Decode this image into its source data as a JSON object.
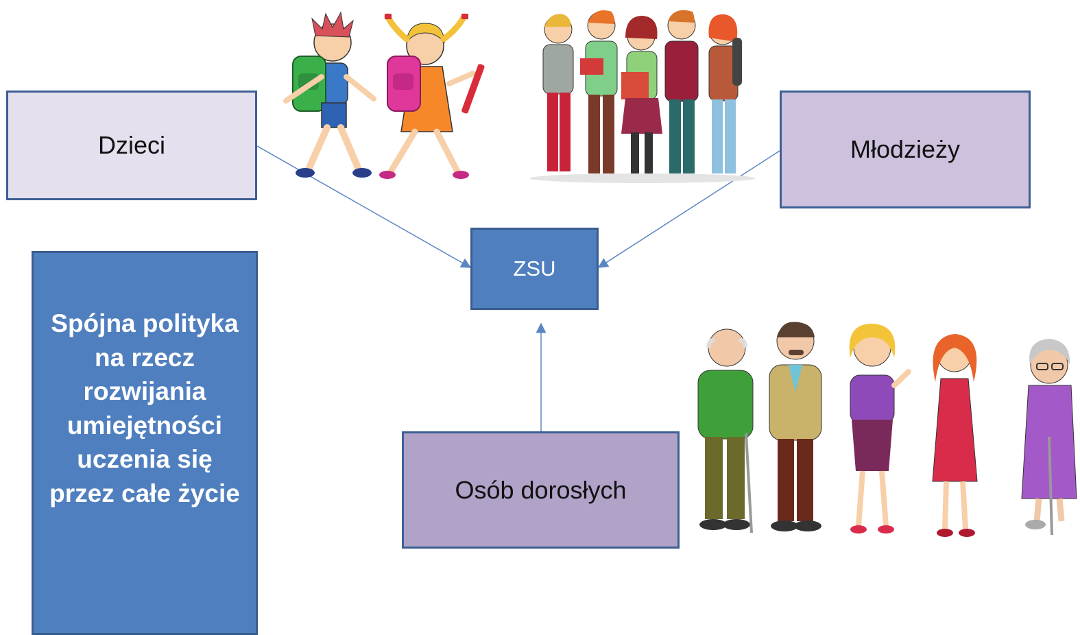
{
  "diagram": {
    "nodes": {
      "dzieci": "Dzieci",
      "mlodziezy": "Młodzieży",
      "zsu": "ZSU",
      "dorosli": "Osób dorosłych",
      "polityka": "Spójna polityka na rzecz rozwijania umiejętności uczenia się przez całe życie"
    },
    "edges": [
      {
        "from": "dzieci",
        "to": "zsu"
      },
      {
        "from": "mlodziezy",
        "to": "zsu"
      },
      {
        "from": "dorosli",
        "to": "zsu"
      }
    ]
  },
  "illustrations": [
    "children-with-backpacks-illustration",
    "teenagers-group-illustration",
    "adults-and-seniors-group-illustration"
  ],
  "colors": {
    "box_border": "#3d5f93",
    "dzieci_fill": "#e5e0ee",
    "mlodziezy_fill": "#cdc1dd",
    "dorosli_fill": "#b1a2c8",
    "zsu_fill": "#4f7fbf",
    "polityka_fill": "#4f7fbf",
    "connector": "#5b86c4"
  }
}
